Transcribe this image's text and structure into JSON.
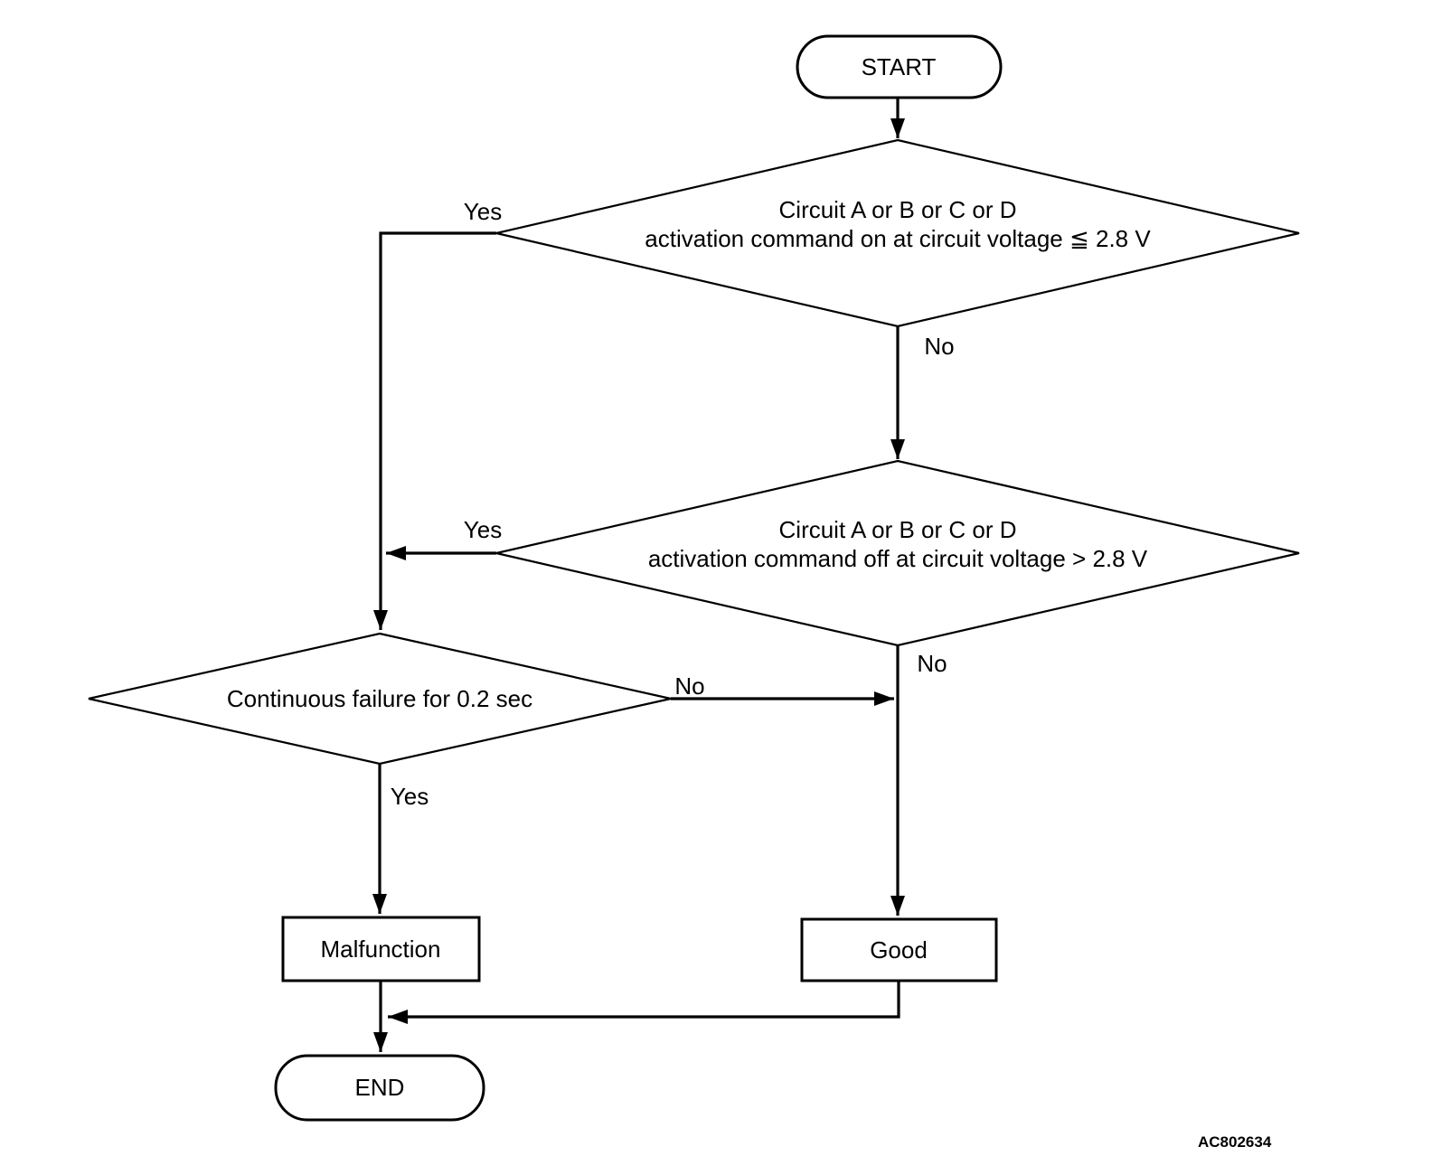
{
  "diagram": {
    "figure_code": "AC802634",
    "nodes": {
      "start": {
        "label": "START"
      },
      "decision1": {
        "line1": "Circuit A or B or C or D",
        "line2": "activation command on at circuit voltage ≦ 2.8 V"
      },
      "decision2": {
        "line1": "Circuit A or B or C or D",
        "line2": "activation command off at circuit voltage > 2.8 V"
      },
      "decision3": {
        "label": "Continuous failure for 0.2 sec"
      },
      "malfunction": {
        "label": "Malfunction"
      },
      "good": {
        "label": "Good"
      },
      "end": {
        "label": "END"
      }
    },
    "edge_labels": {
      "decision1_yes": "Yes",
      "decision1_no": "No",
      "decision2_yes": "Yes",
      "decision2_no": "No",
      "decision3_yes": "Yes",
      "decision3_no": "No"
    },
    "colors": {
      "line": "#000000",
      "background": "#ffffff",
      "text": "#000000"
    }
  }
}
